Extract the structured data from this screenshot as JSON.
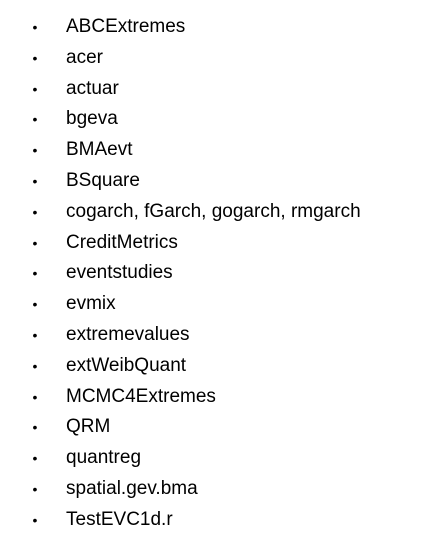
{
  "bullet_glyph": "•",
  "packages": [
    "ABCExtremes",
    "acer",
    "actuar",
    "bgeva",
    "BMAevt",
    "BSquare",
    "cogarch, fGarch, gogarch, rmgarch",
    "CreditMetrics",
    "eventstudies",
    "evmix",
    "extremevalues",
    "extWeibQuant",
    "MCMC4Extremes",
    "QRM",
    "quantreg",
    "spatial.gev.bma",
    "TestEVC1d.r"
  ]
}
